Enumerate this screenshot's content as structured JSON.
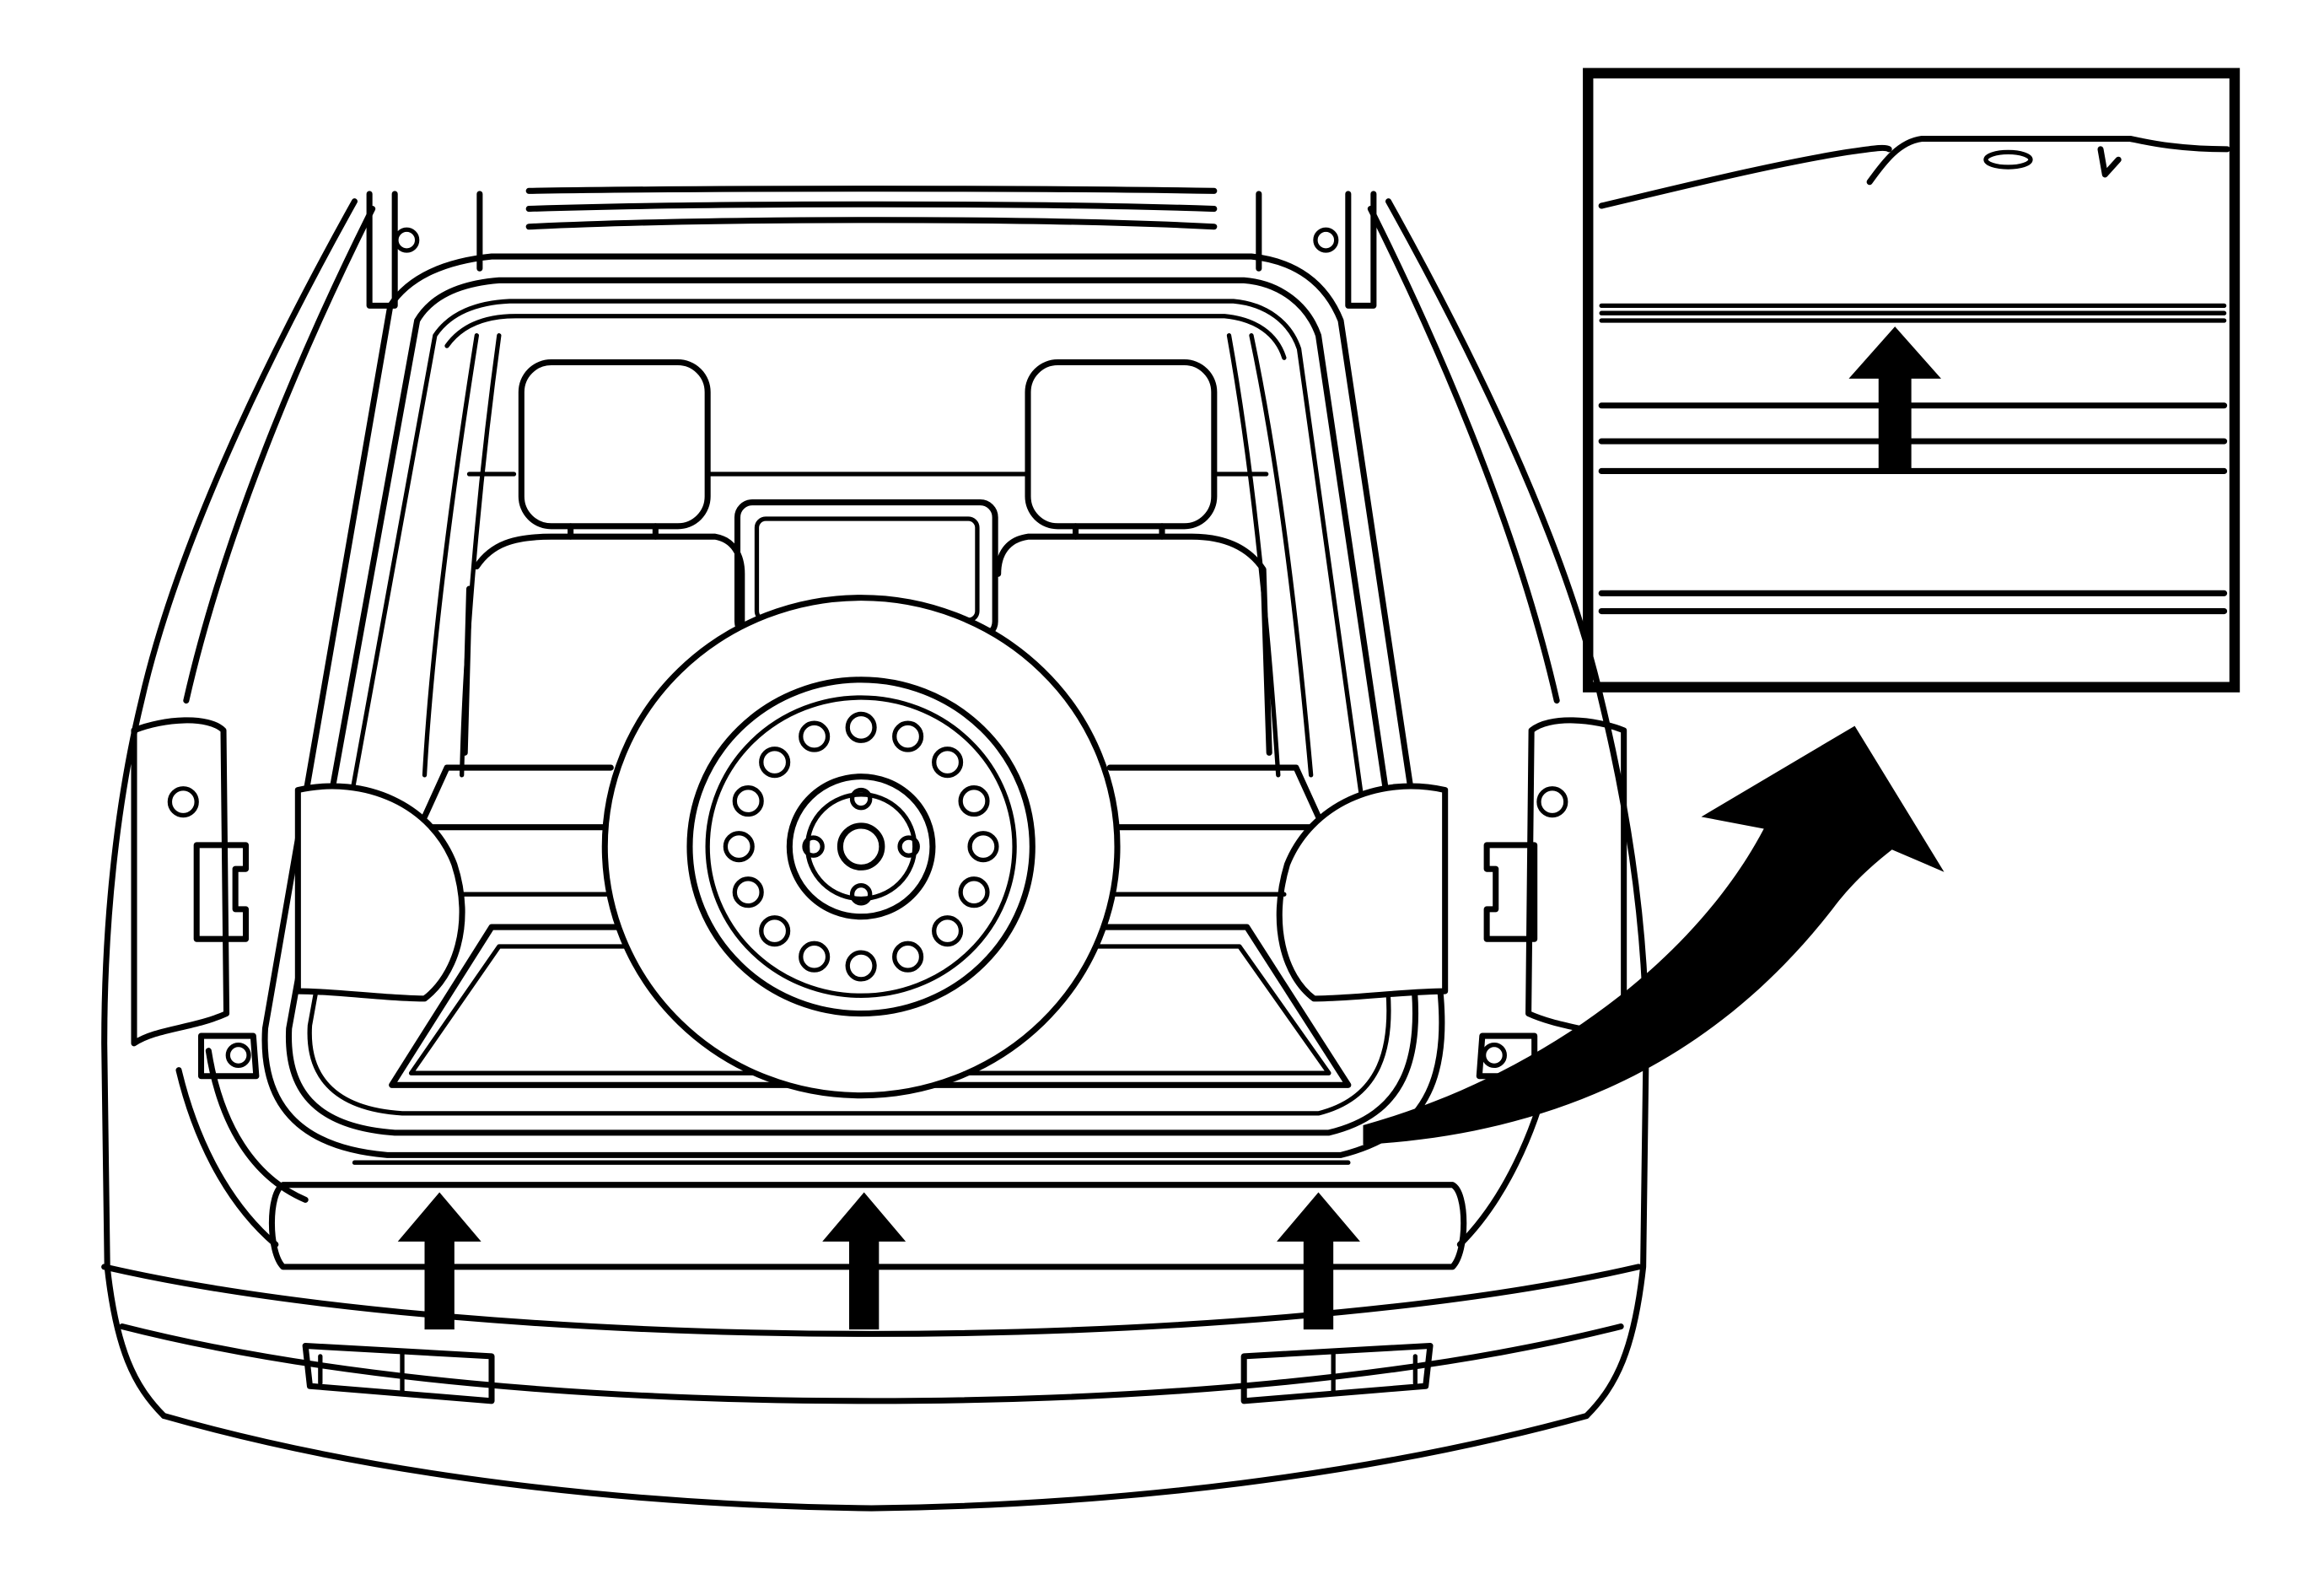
{
  "figure": {
    "description_visible_text": "",
    "colors": {
      "line": "#000000",
      "background": "#ffffff"
    }
  },
  "main_view": {
    "subject": "vehicle-rear-cargo-area",
    "items": [
      "spare-tire",
      "rear-seat-headrests",
      "cargo-floor",
      "rear-bumper-sill-trim"
    ],
    "arrows_up_count": 3
  },
  "detail_inset": {
    "subject": "sill-trim-detail",
    "arrows_up_count": 1
  },
  "callout_arrow": {
    "icon": "curved-callout-arrow"
  }
}
